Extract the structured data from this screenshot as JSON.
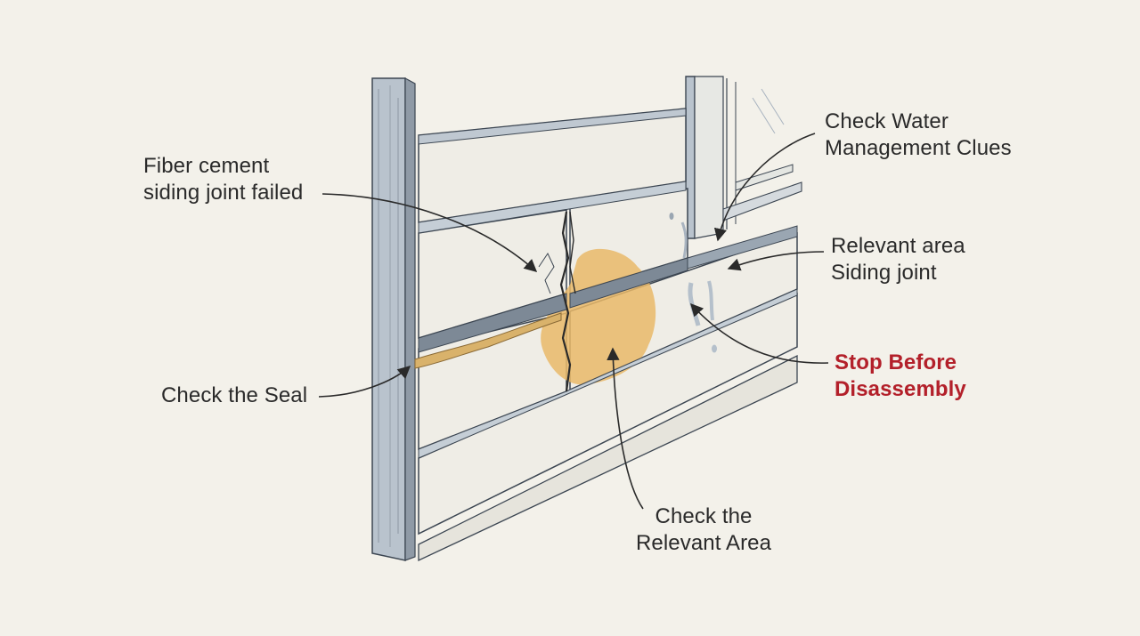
{
  "callouts": {
    "fiber_cement": {
      "line1": "Fiber cement",
      "line2": "siding joint failed"
    },
    "water_management": {
      "line1": "Check Water",
      "line2": "Management Clues"
    },
    "relevant_area_joint": {
      "line1": "Relevant area",
      "line2": "Siding joint"
    },
    "stop_before": {
      "line1": "Stop Before",
      "line2": "Disassembly"
    },
    "check_seal": {
      "line1": "Check the Seal"
    },
    "check_relevant_area": {
      "line1": "Check the",
      "line2": "Relevant Area"
    }
  },
  "colors": {
    "background": "#f3f1ea",
    "warning_text": "#b3202a",
    "stain": "#e9b968",
    "siding": "#eeece4",
    "trim_shadow": "#a9b4c0",
    "ink": "#2a2a2a"
  }
}
